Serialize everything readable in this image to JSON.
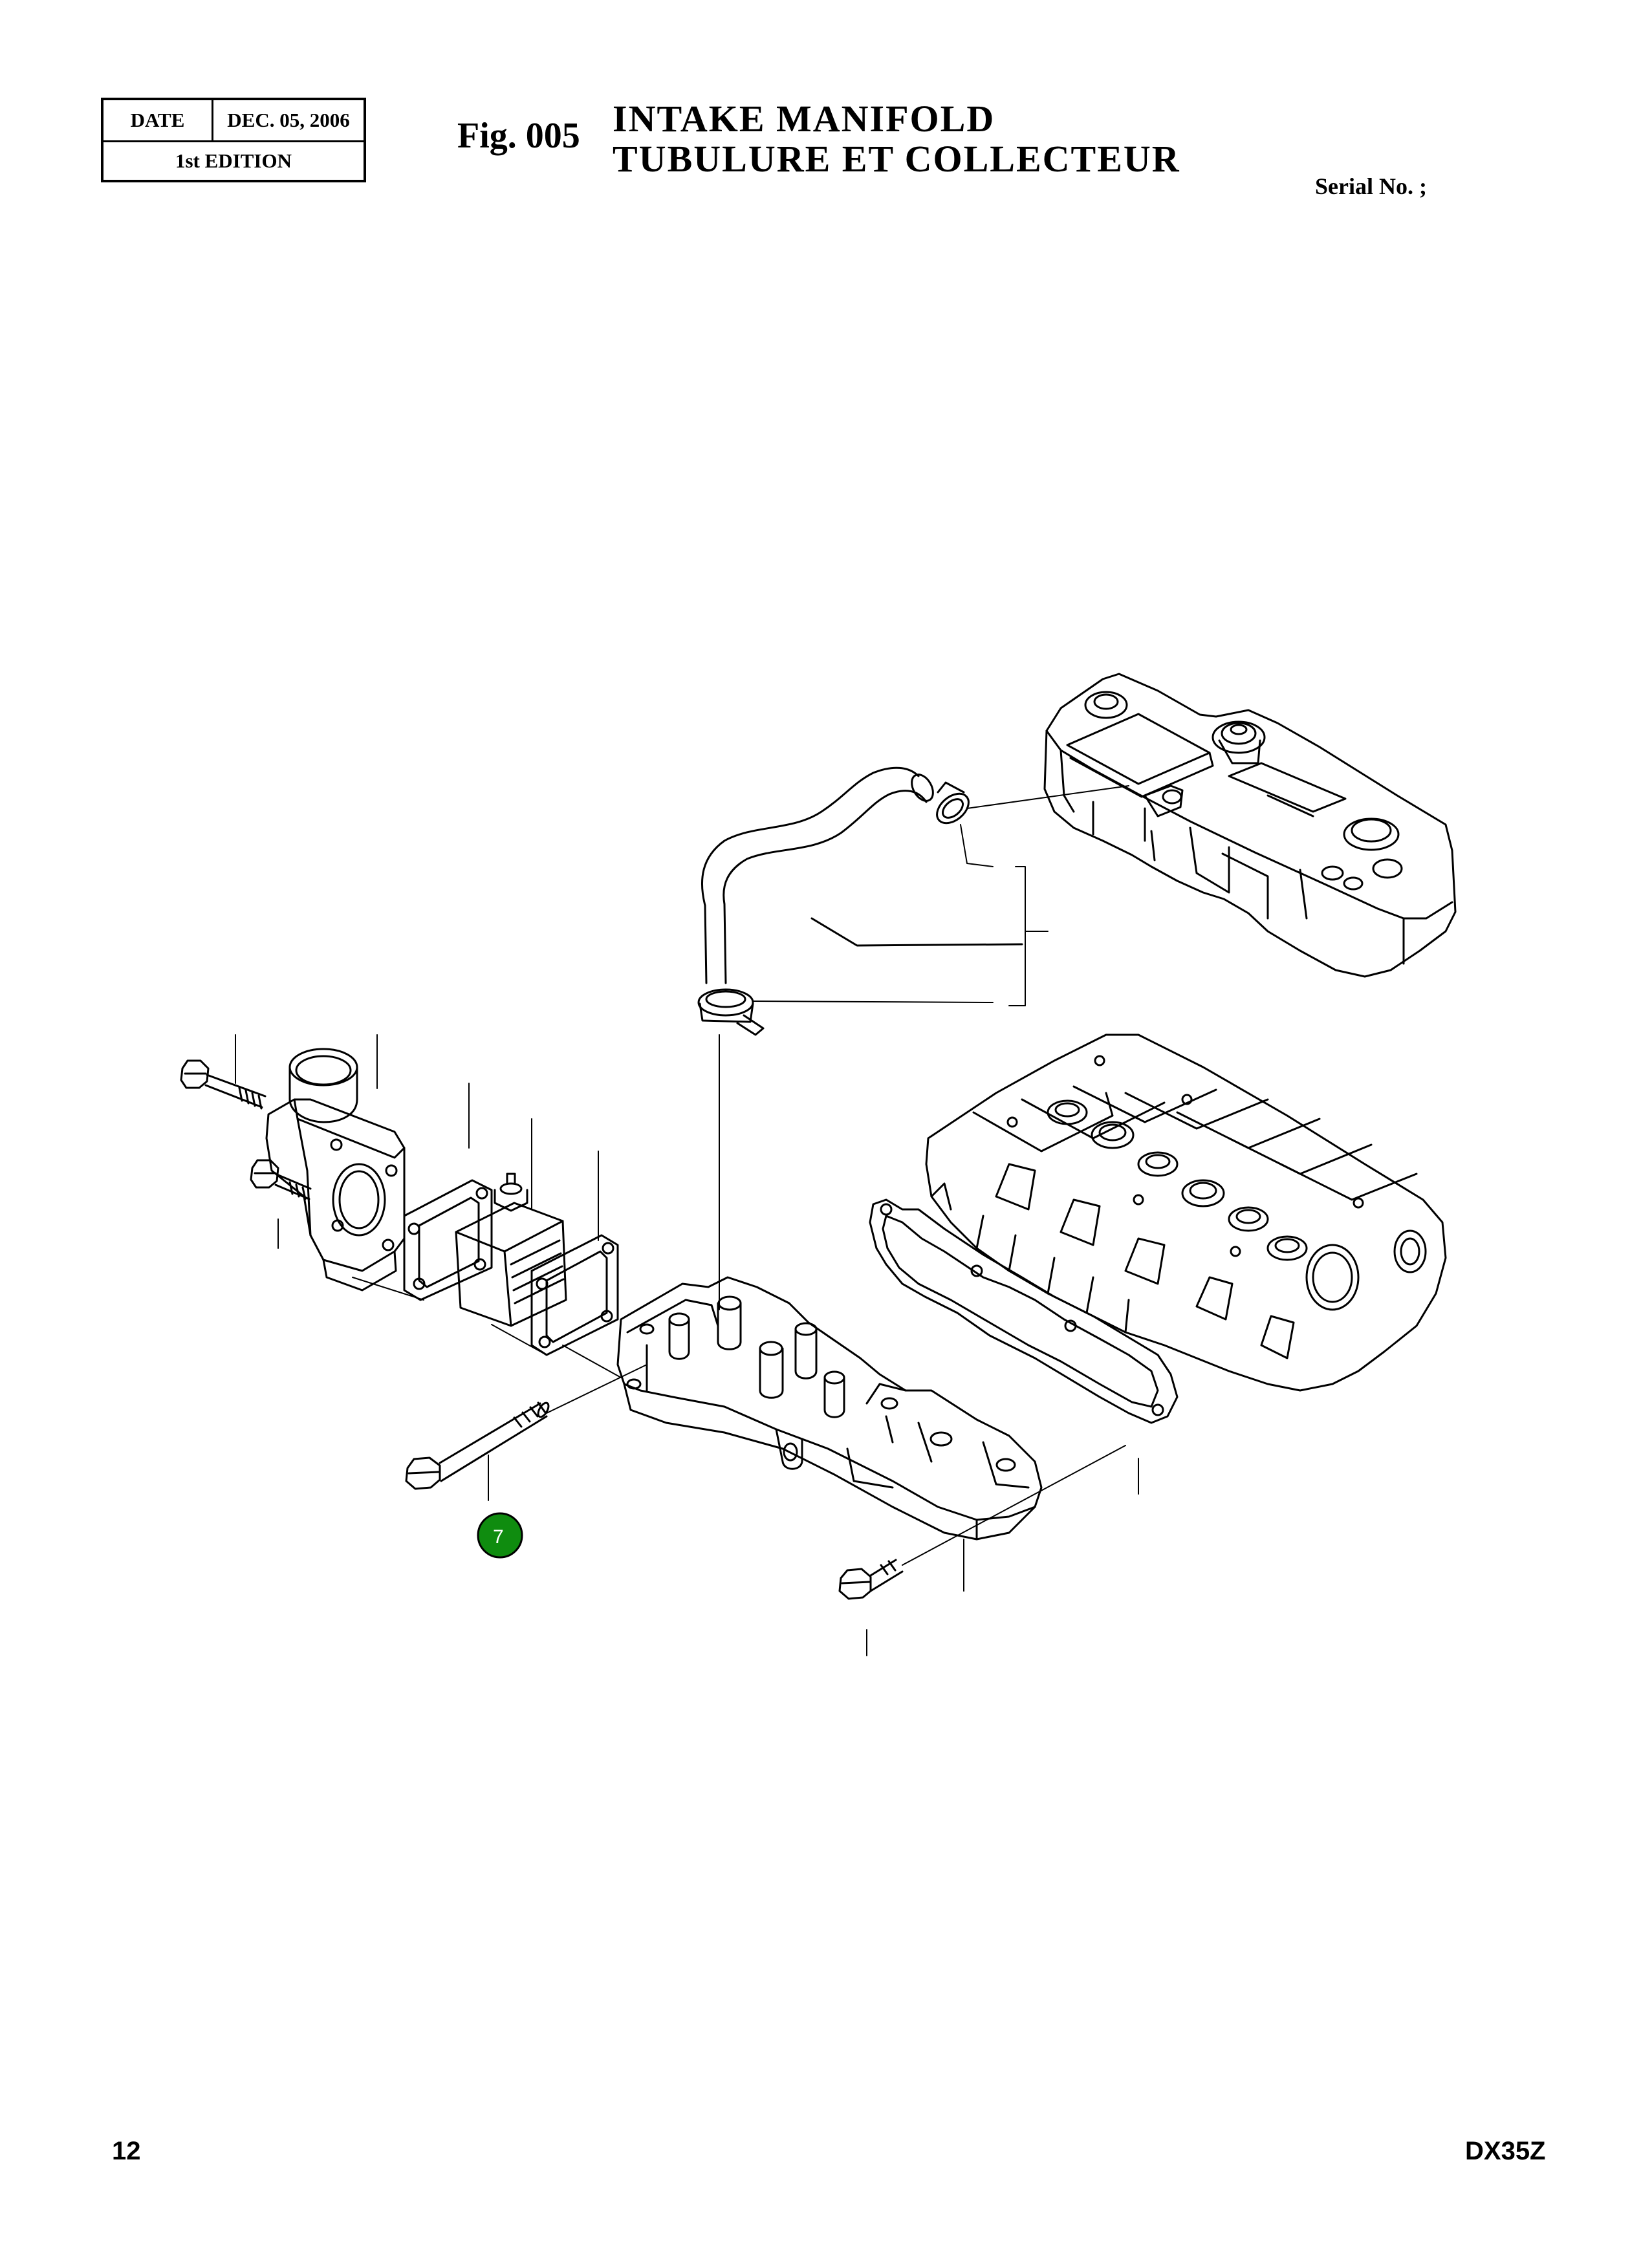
{
  "header": {
    "date_label": "DATE",
    "date_value": "DEC. 05, 2006",
    "edition": "1st EDITION",
    "fig_number": "Fig. 005",
    "title_en": "INTAKE MANIFOLD",
    "title_fr": "TUBULURE ET COLLECTEUR",
    "serial": "Serial No. ;"
  },
  "diagram": {
    "callouts": [
      {
        "label": "7",
        "color": "#0f8c0f"
      }
    ]
  },
  "footer": {
    "page_number": "12",
    "model": "DX35Z"
  }
}
